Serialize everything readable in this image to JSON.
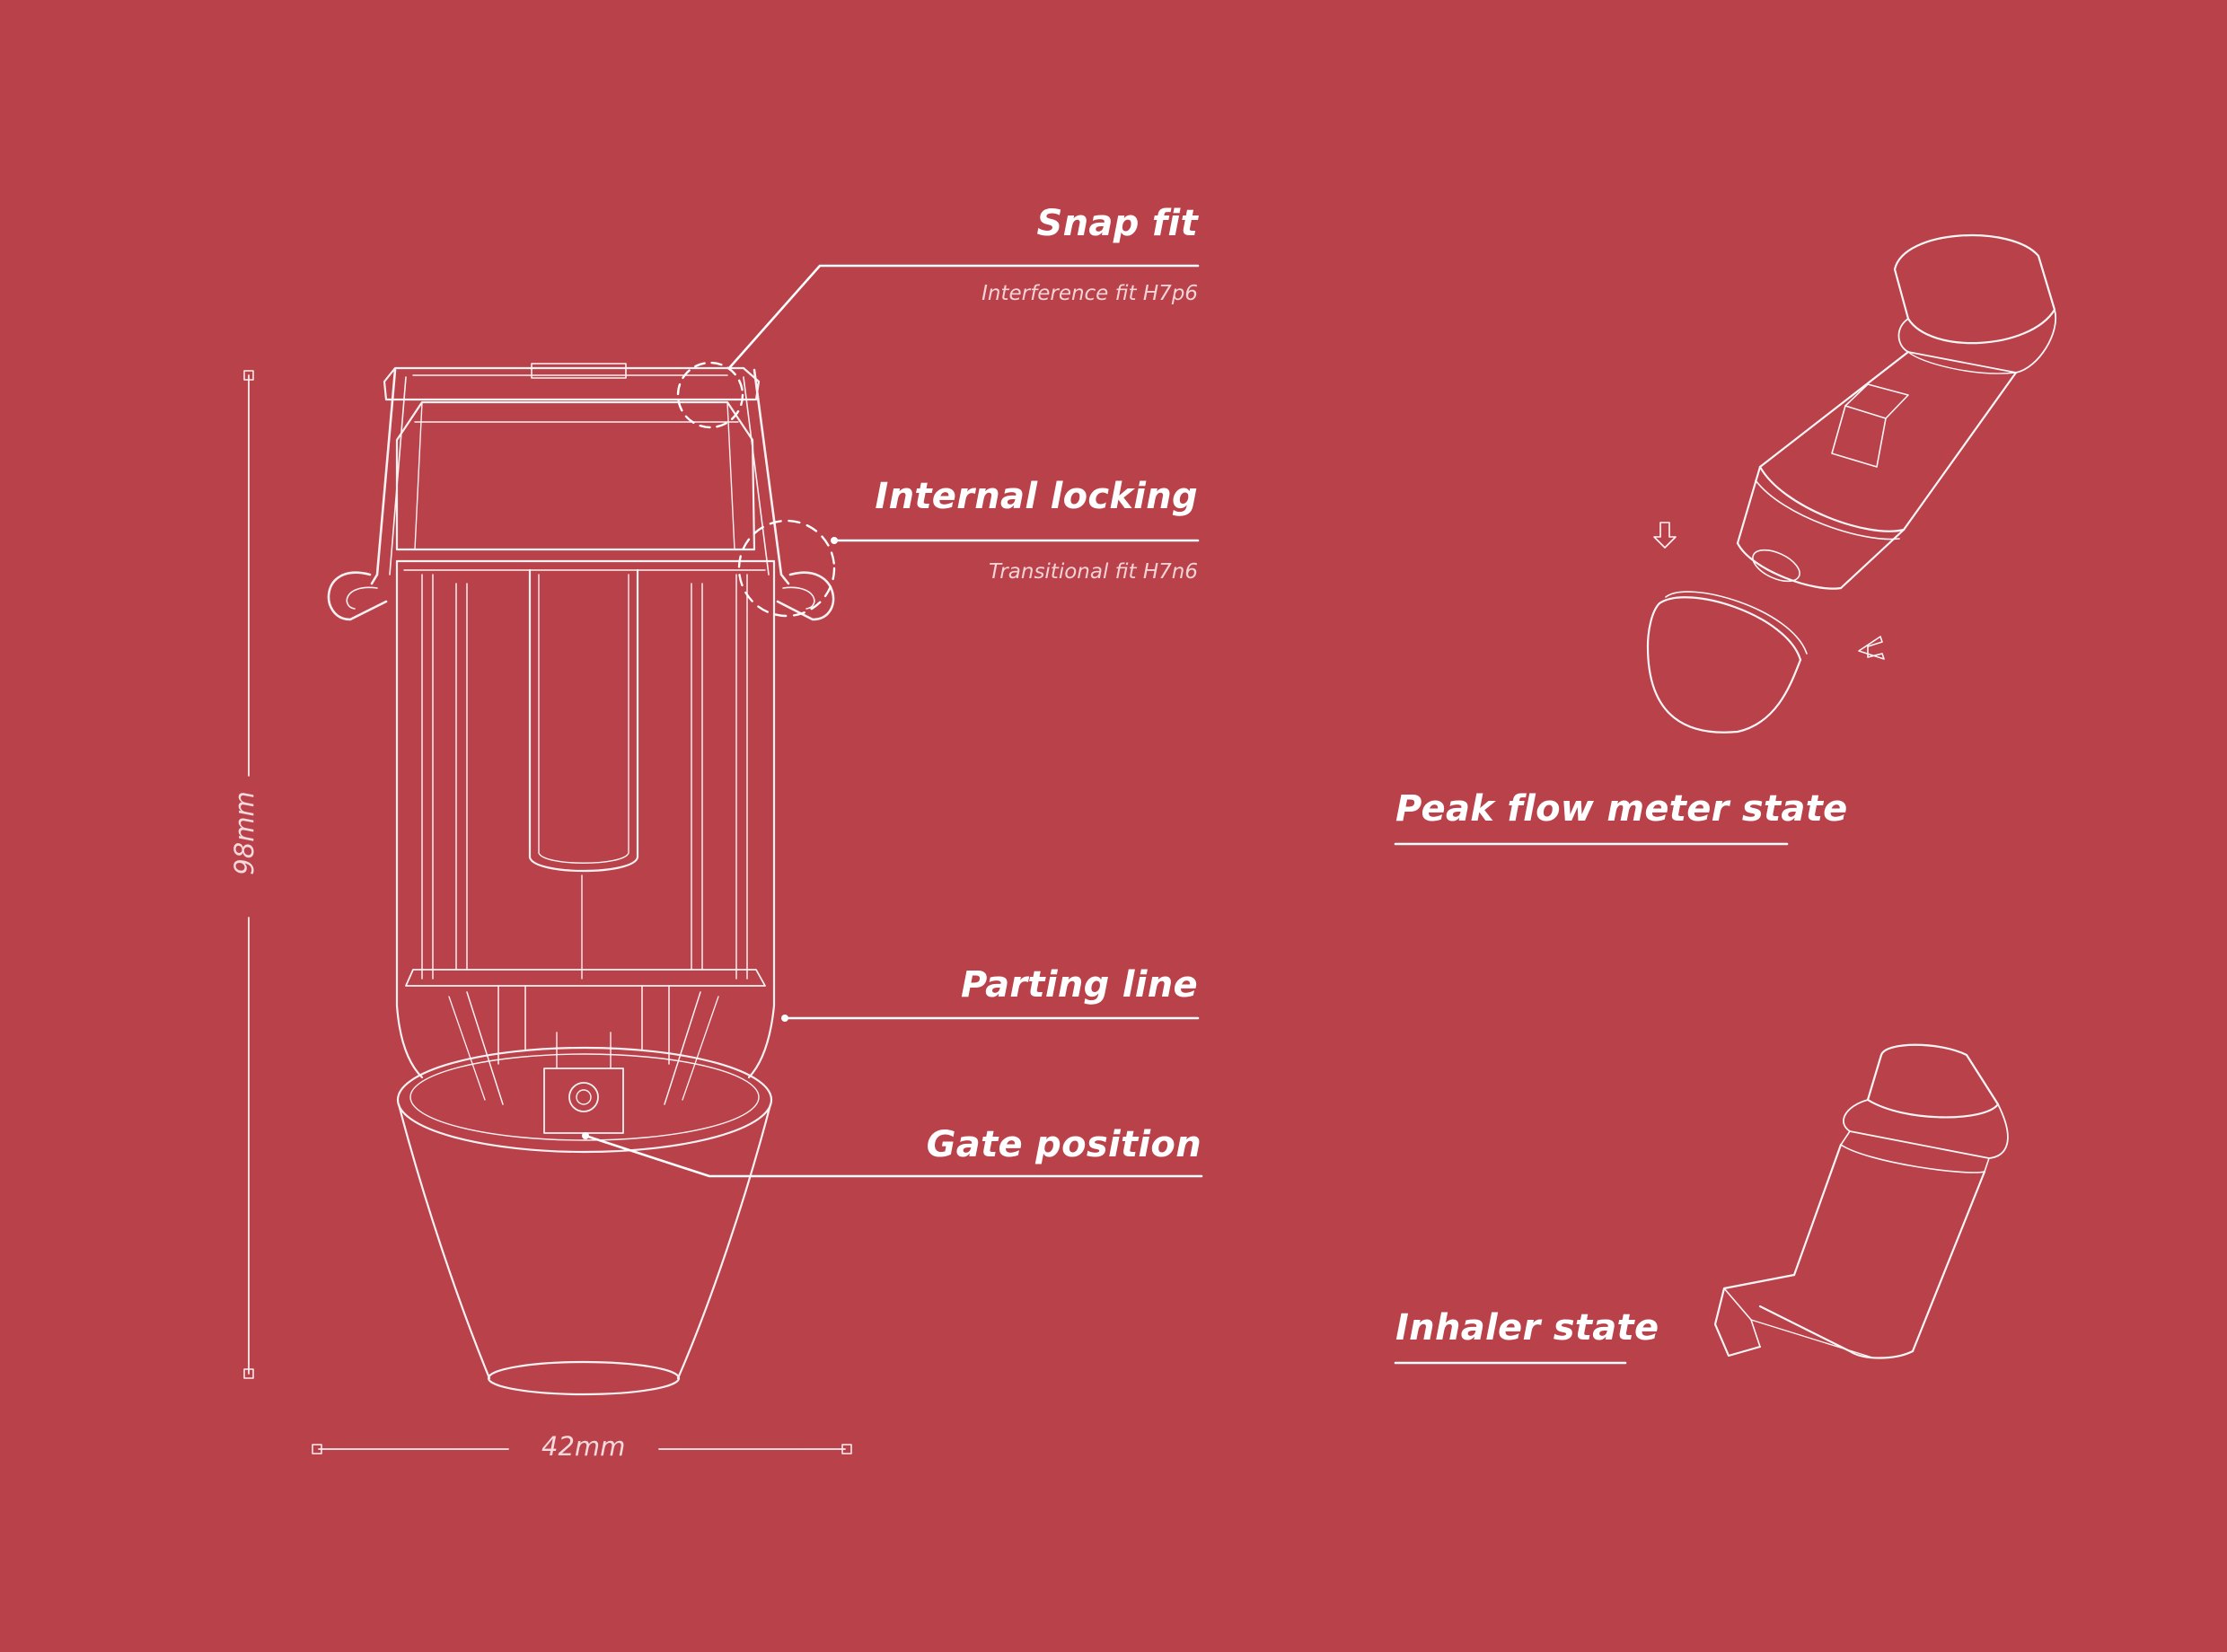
{
  "colors": {
    "background": "#b9414a",
    "line": "#ffffff",
    "muted": "#f3d3d6"
  },
  "callouts": {
    "snap_fit": {
      "title": "Snap fit",
      "subtitle": "Interference fit H7p6"
    },
    "internal_locking": {
      "title": "Internal locking",
      "subtitle": "Transitional fit H7n6"
    },
    "parting_line": {
      "title": "Parting line"
    },
    "gate_position": {
      "title": "Gate position"
    }
  },
  "dimensions": {
    "height": "98mm",
    "width": "42mm"
  },
  "states": {
    "peak_flow": {
      "label": "Peak flow meter state"
    },
    "inhaler": {
      "label": "Inhaler state"
    }
  }
}
